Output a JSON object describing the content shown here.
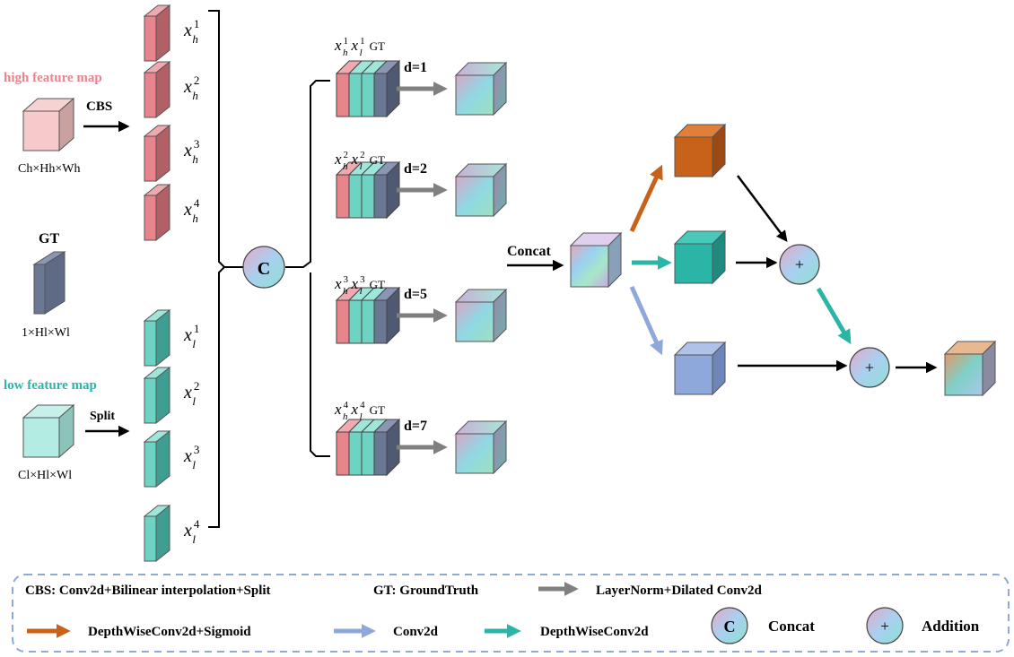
{
  "inputs": {
    "high_label": "high feature map",
    "high_dims": "Ch×Hh×Wh",
    "cbs_label": "CBS",
    "gt_label": "GT",
    "gt_dims": "1×Hl×Wl",
    "low_label": "low feature map",
    "low_dims": "Cl×Hl×Wl",
    "split_label": "Split"
  },
  "split_high": [
    {
      "sym": "x",
      "sub": "h",
      "sup": "1"
    },
    {
      "sym": "x",
      "sub": "h",
      "sup": "2"
    },
    {
      "sym": "x",
      "sub": "h",
      "sup": "3"
    },
    {
      "sym": "x",
      "sub": "h",
      "sup": "4"
    }
  ],
  "split_low": [
    {
      "sym": "x",
      "sub": "l",
      "sup": "1"
    },
    {
      "sym": "x",
      "sub": "l",
      "sup": "2"
    },
    {
      "sym": "x",
      "sub": "l",
      "sup": "3"
    },
    {
      "sym": "x",
      "sub": "l",
      "sup": "4"
    }
  ],
  "concat_symbol": "C",
  "groups": [
    {
      "sup": "1",
      "gt": "GT",
      "dilation": "d=1"
    },
    {
      "sup": "2",
      "gt": "GT",
      "dilation": "d=2"
    },
    {
      "sup": "3",
      "gt": "GT",
      "dilation": "d=5"
    },
    {
      "sup": "4",
      "gt": "GT",
      "dilation": "d=7"
    }
  ],
  "concat_label": "Concat",
  "plus_symbol": "+",
  "colors": {
    "high": "#e8848c",
    "low": "#6fd3c3",
    "gt": "#6b7894",
    "gray_arrow": "#808080",
    "orange": "#c8621a",
    "teal": "#2bb5a6",
    "blue": "#8fa8dc",
    "dash": "#8fa8dc"
  },
  "legend": {
    "cbs": "CBS: Conv2d+Bilinear interpolation+Split",
    "gt": "GT: GroundTruth",
    "gray": "LayerNorm+Dilated Conv2d",
    "orange": "DepthWiseConv2d+Sigmoid",
    "blue": "Conv2d",
    "teal": "DepthWiseConv2d",
    "concat": "Concat",
    "addition": "Addition"
  }
}
